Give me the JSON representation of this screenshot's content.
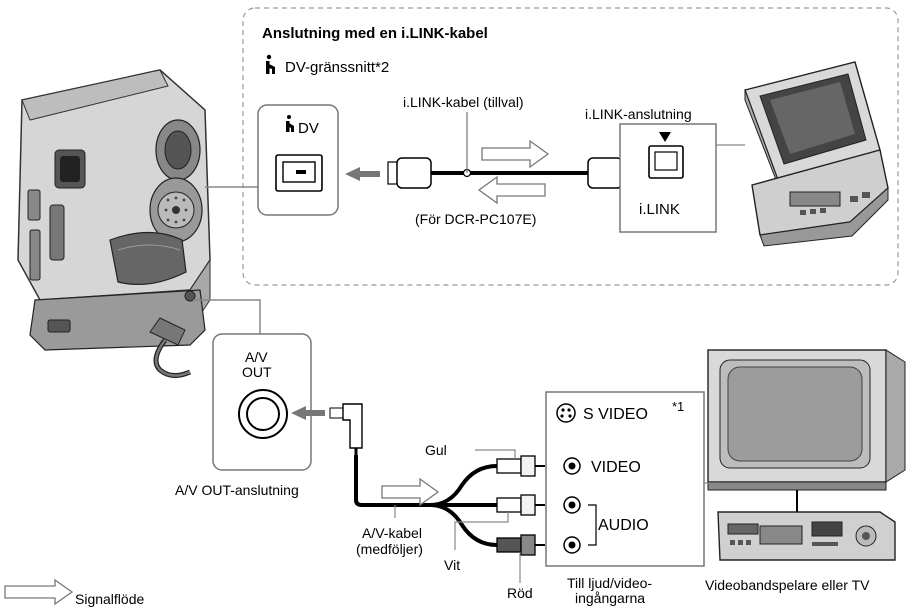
{
  "ilink_section": {
    "title": "Anslutning med en i.LINK-kabel",
    "dv_interface": "DV-gränssnitt*2",
    "jack_dv_label": "DV",
    "cable_label": "i.LINK-kabel (tillval)",
    "cable_note": "(För DCR-PC107E)",
    "vcr_jack_title": "i.LINK-anslutning",
    "vcr_jack_label": "i.LINK"
  },
  "av_section": {
    "av_out_line1": "A/V",
    "av_out_line2": "OUT",
    "av_out_caption": "A/V OUT-anslutning",
    "av_cable_line1": "A/V-kabel",
    "av_cable_line2": "(medföljer)",
    "yellow": "Gul",
    "white": "Vit",
    "red": "Röd",
    "inputs": {
      "s_video": "S VIDEO",
      "s_video_mark": "*1",
      "video": "VIDEO",
      "audio": "AUDIO"
    },
    "inputs_caption_line1": "Till ljud/video-",
    "inputs_caption_line2": "ingångarna",
    "device_caption": "Videobandspelare eller TV"
  },
  "legend": {
    "signal_flow": "Signalflöde"
  }
}
